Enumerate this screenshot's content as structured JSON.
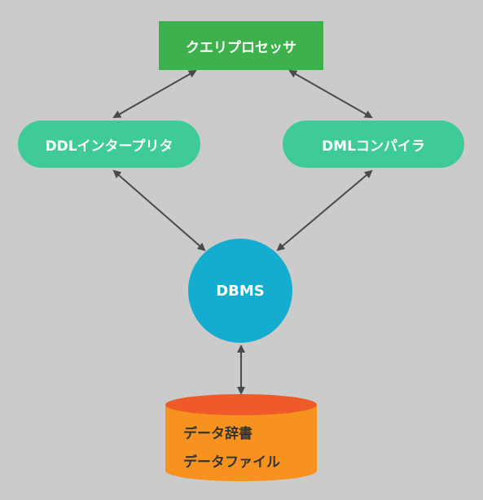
{
  "nodes": {
    "query_processor": "クエリプロセッサ",
    "ddl_interpreter": "DDLインタープリタ",
    "dml_compiler": "DMLコンパイラ",
    "dbms": "DBMS",
    "storage": {
      "line1": "データ辞書",
      "line2": "データファイル"
    }
  },
  "edges": [
    {
      "from": "query_processor",
      "to": "ddl_interpreter",
      "bidirectional": true
    },
    {
      "from": "query_processor",
      "to": "dml_compiler",
      "bidirectional": true
    },
    {
      "from": "ddl_interpreter",
      "to": "dbms",
      "bidirectional": true
    },
    {
      "from": "dml_compiler",
      "to": "dbms",
      "bidirectional": true
    },
    {
      "from": "dbms",
      "to": "storage",
      "bidirectional": true
    }
  ],
  "colors": {
    "background": "#cbcbcb",
    "query_processor": "#3db24c",
    "interpreter_compiler": "#3ecb97",
    "dbms": "#14adcf",
    "storage_body": "#f7921e",
    "storage_top": "#ee5a28",
    "arrow": "#4a4a4a"
  }
}
